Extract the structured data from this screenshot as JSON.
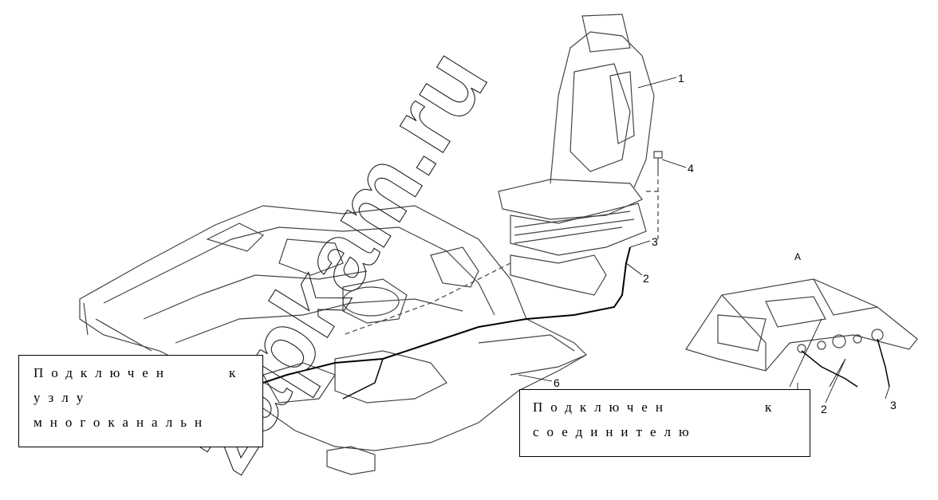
{
  "callouts": {
    "left": {
      "line1a": "Подключен",
      "line1b": "к",
      "line2": "узлу",
      "line3": "многоканальн"
    },
    "right": {
      "line1a": "Подключен",
      "line1b": "к",
      "line2": "соединителю"
    }
  },
  "part_numbers": [
    "1",
    "2",
    "3",
    "4",
    "6",
    "2",
    "3"
  ],
  "view_label": "A",
  "watermark": "zapkam.ru",
  "colors": {
    "ink": "#000000",
    "paper": "#ffffff",
    "line": "#555555"
  }
}
